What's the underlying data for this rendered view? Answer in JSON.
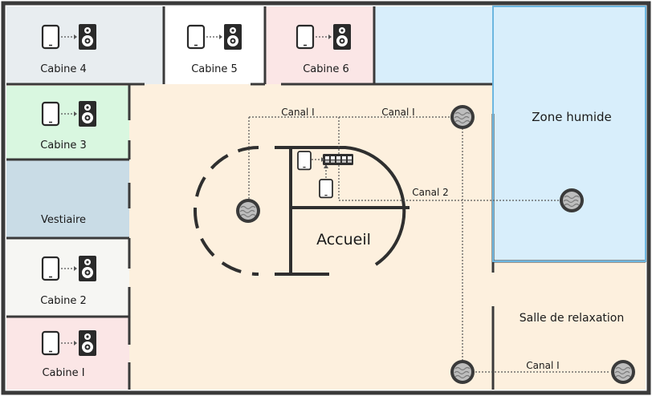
{
  "rooms": {
    "cabine4": "Cabine 4",
    "cabine5": "Cabine 5",
    "cabine6": "Cabine 6",
    "cabine3": "Cabine 3",
    "vestiaire": "Vestiaire",
    "cabine2": "Cabine 2",
    "cabine1": "Cabine I",
    "zone_humide": "Zone humide",
    "accueil": "Accueil",
    "salle_relaxation": "Salle de relaxation"
  },
  "channels": {
    "top_left": "Canal I",
    "top_right": "Canal I",
    "middle": "Canal 2",
    "bottom": "Canal I"
  },
  "icons": {
    "tablet": "tablet-icon",
    "speaker": "speaker-icon",
    "ceiling_speaker": "ceiling-speaker-icon",
    "switch": "network-switch-icon"
  },
  "colors": {
    "wall": "#3a3a3a",
    "cabine4": "#e8edf0",
    "cabine5": "#ffffff",
    "cabine6": "#fbe6e6",
    "cabine3": "#d9f7e0",
    "vestiaire": "#c9dce6",
    "cabine2": "#f6f6f3",
    "cabine1": "#fbe6e6",
    "zone_humide": "#d8eefb",
    "main_area": "#fdf0de",
    "wire": "#555555"
  }
}
